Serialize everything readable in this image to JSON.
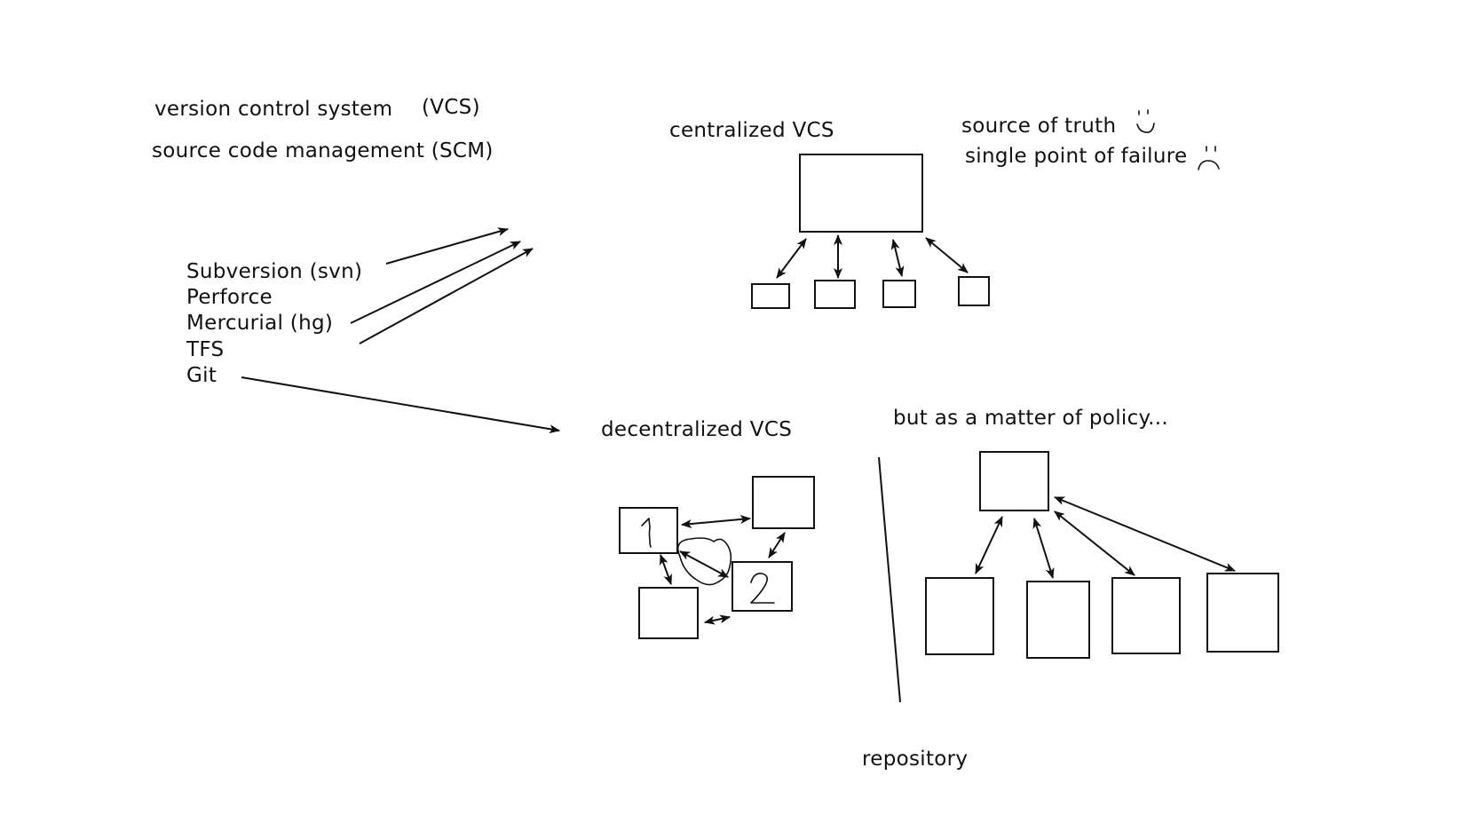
{
  "left": {
    "vcs_term": "version control system",
    "vcs_abbr": "(VCS)",
    "scm_term": "source code management (SCM)",
    "tools": [
      "Subversion (svn)",
      "Perforce",
      "Mercurial (hg)",
      "TFS",
      "Git"
    ]
  },
  "centralized": {
    "title": "centralized VCS",
    "pro": "source of truth",
    "con": "single point of failure"
  },
  "decentralized": {
    "title": "decentralized VCS",
    "node_labels": [
      "1",
      "2"
    ]
  },
  "policy": {
    "title": "but as a matter of policy..."
  },
  "footer": {
    "term": "repository"
  }
}
